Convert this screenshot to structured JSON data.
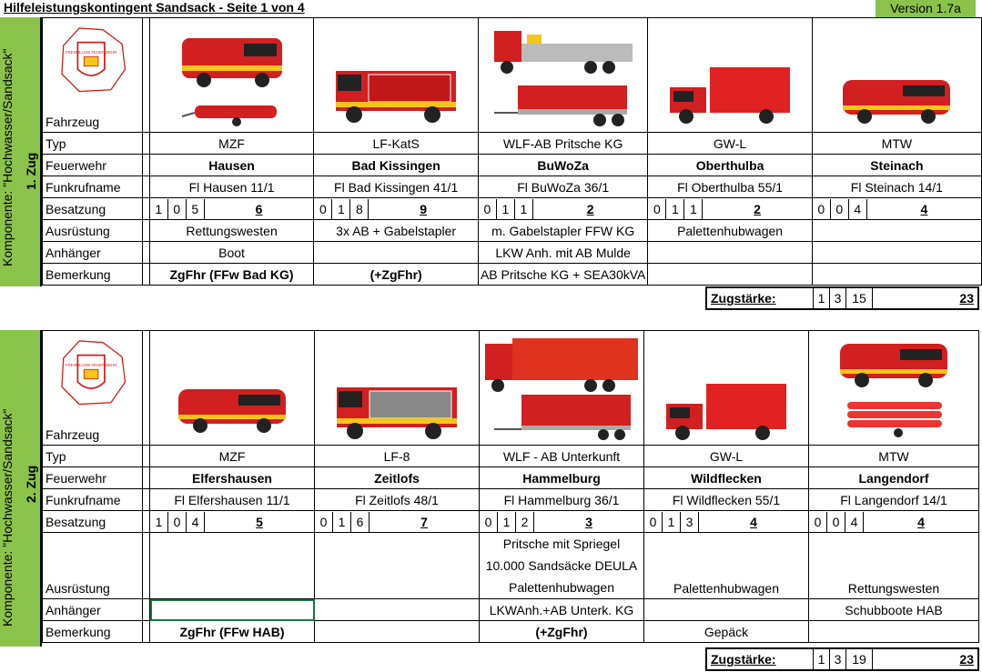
{
  "header": {
    "title": "Hilfeleistungskontingent Sandsack - Seite 1 von 4",
    "version": "Version 1.7a"
  },
  "logo_text": "FREIWILLIGE FEUERWEHR",
  "colors": {
    "green": "#8bc34a",
    "red": "#d21f1f",
    "yellow": "#f5c518"
  },
  "row_labels": {
    "fahrzeug": "Fahrzeug",
    "typ": "Typ",
    "feuerwehr": "Feuerwehr",
    "funkrufname": "Funkrufname",
    "besatzung": "Besatzung",
    "ausruestung": "Ausrüstung",
    "anhaenger": "Anhänger",
    "bemerkung": "Bemerkung"
  },
  "sections": [
    {
      "komponente": "Komponente: \"Hochwasser/Sandsack\"",
      "zug": "1. Zug",
      "vehicles": [
        {
          "typ": "MZF",
          "feuerwehr": "Hausen",
          "funkrufname": "Fl Hausen 11/1",
          "crew": [
            "1",
            "0",
            "5",
            "6"
          ],
          "ausruestung": "Rettungswesten",
          "anhaenger": "Boot",
          "bemerkung": "ZgFhr (FFw Bad KG)"
        },
        {
          "typ": "LF-KatS",
          "feuerwehr": "Bad Kissingen",
          "funkrufname": "Fl Bad Kissingen 41/1",
          "crew": [
            "0",
            "1",
            "8",
            "9"
          ],
          "ausruestung": "3x AB + Gabelstapler",
          "anhaenger": "",
          "bemerkung": "(+ZgFhr)"
        },
        {
          "typ": "WLF-AB Pritsche KG",
          "feuerwehr": "BuWoZa",
          "funkrufname": "Fl BuWoZa 36/1",
          "crew": [
            "0",
            "1",
            "1",
            "2"
          ],
          "ausruestung": "m. Gabelstapler FFW KG",
          "anhaenger": "LKW Anh. mit AB Mulde",
          "bemerkung": "AB Pritsche KG + SEA30kVA"
        },
        {
          "typ": "GW-L",
          "feuerwehr": "Oberthulba",
          "funkrufname": "Fl Oberthulba 55/1",
          "crew": [
            "0",
            "1",
            "1",
            "2"
          ],
          "ausruestung": "Palettenhubwagen",
          "anhaenger": "",
          "bemerkung": ""
        },
        {
          "typ": "MTW",
          "feuerwehr": "Steinach",
          "funkrufname": "Fl Steinach  14/1",
          "crew": [
            "0",
            "0",
            "4",
            "4"
          ],
          "ausruestung": "",
          "anhaenger": "",
          "bemerkung": ""
        }
      ],
      "zugstaerke": {
        "label": "Zugstärke:",
        "values": [
          "1",
          "3",
          "15",
          "23"
        ]
      }
    },
    {
      "komponente": "Komponente: \"Hochwasser/Sandsack\"",
      "zug": "2. Zug",
      "vehicles": [
        {
          "typ": "MZF",
          "feuerwehr": "Elfershausen",
          "funkrufname": "Fl Elfershausen 11/1",
          "crew": [
            "1",
            "0",
            "4",
            "5"
          ],
          "ausruestung": "",
          "anhaenger": "",
          "bemerkung": "ZgFhr (FFw HAB)"
        },
        {
          "typ": "LF-8",
          "feuerwehr": "Zeitlofs",
          "funkrufname": "Fl Zeitlofs 48/1",
          "crew": [
            "0",
            "1",
            "6",
            "7"
          ],
          "ausruestung": "",
          "anhaenger": "",
          "bemerkung": ""
        },
        {
          "typ": "WLF - AB Unterkunft",
          "feuerwehr": "Hammelburg",
          "funkrufname": "Fl Hammelburg 36/1",
          "crew": [
            "0",
            "1",
            "2",
            "3"
          ],
          "ausruestung_lines": [
            "Pritsche mit Spriegel",
            "10.000 Sandsäcke DEULA",
            "Palettenhubwagen"
          ],
          "anhaenger": "LKWAnh.+AB Unterk. KG",
          "bemerkung": "(+ZgFhr)"
        },
        {
          "typ": "GW-L",
          "feuerwehr": "Wildflecken",
          "funkrufname": "Fl Wildflecken 55/1",
          "crew": [
            "0",
            "1",
            "3",
            "4"
          ],
          "ausruestung": "Palettenhubwagen",
          "anhaenger": "",
          "bemerkung": "Gepäck"
        },
        {
          "typ": "MTW",
          "feuerwehr": "Langendorf",
          "funkrufname": "Fl Langendorf 14/1",
          "crew": [
            "0",
            "0",
            "4",
            "4"
          ],
          "ausruestung": "Rettungswesten",
          "anhaenger": "Schubboote HAB",
          "bemerkung": ""
        }
      ],
      "zugstaerke": {
        "label": "Zugstärke:",
        "values": [
          "1",
          "3",
          "19",
          "23"
        ]
      }
    }
  ]
}
